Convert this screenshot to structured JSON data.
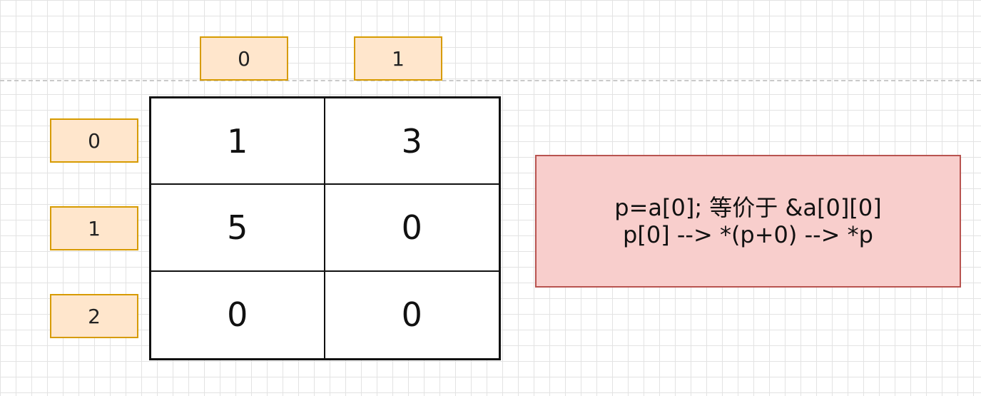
{
  "column_indices": [
    "0",
    "1"
  ],
  "row_indices": [
    "0",
    "1",
    "2"
  ],
  "matrix": [
    [
      "1",
      "3"
    ],
    [
      "5",
      "0"
    ],
    [
      "0",
      "0"
    ]
  ],
  "note": {
    "line1": "p=a[0];  等价于 &a[0][0]",
    "line2": "p[0] --> *(p+0) --> *p"
  },
  "colors": {
    "index_fill": "#ffe6cc",
    "index_border": "#d79b00",
    "note_fill": "#f8cecc",
    "note_border": "#b85450",
    "grid_line": "#111111"
  }
}
